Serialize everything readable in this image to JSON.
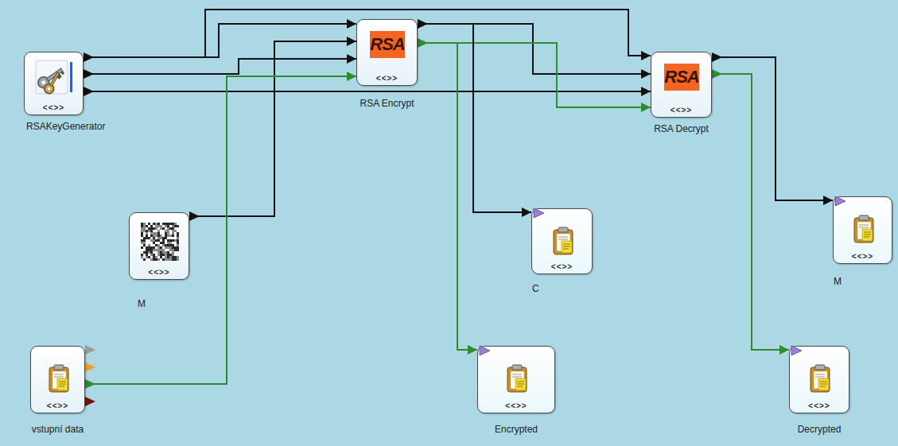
{
  "diagram": {
    "nodes": [
      {
        "text": [
          "<<>>",
          "RSAKeyGenerator"
        ]
      },
      {
        "text": [
          "RSA",
          "<<>>",
          "RSA Encrypt"
        ]
      },
      {
        "text": [
          "RSA",
          "<<>>",
          "RSA Decrypt"
        ]
      },
      {
        "text": [
          "<<>>",
          "M"
        ]
      },
      {
        "text": [
          "<<>>",
          "C"
        ]
      },
      {
        "text": [
          "<<>>",
          "M"
        ]
      },
      {
        "text": [
          "<<>>",
          "vstupní data"
        ]
      },
      {
        "text": [
          "<<>>",
          "Encrypted"
        ]
      },
      {
        "text": [
          "<<>>",
          "Decrypted"
        ]
      }
    ],
    "edges": [
      {
        "from": 0,
        "to": 1,
        "arrow": "to"
      },
      {
        "from": 0,
        "to": 1,
        "arrow": "to"
      },
      {
        "from": 0,
        "to": 2,
        "arrow": "to"
      },
      {
        "from": 0,
        "to": 2,
        "arrow": "to"
      },
      {
        "from": 3,
        "to": 1,
        "arrow": "to"
      },
      {
        "from": 6,
        "to": 1,
        "arrow": "to"
      },
      {
        "from": 1,
        "to": 2,
        "arrow": "to"
      },
      {
        "from": 1,
        "to": 2,
        "arrow": "to"
      },
      {
        "from": 1,
        "to": 4,
        "arrow": "to"
      },
      {
        "from": 1,
        "to": 7,
        "arrow": "to"
      },
      {
        "from": 2,
        "to": 5,
        "arrow": "to"
      },
      {
        "from": 2,
        "to": 8,
        "arrow": "to"
      }
    ]
  }
}
